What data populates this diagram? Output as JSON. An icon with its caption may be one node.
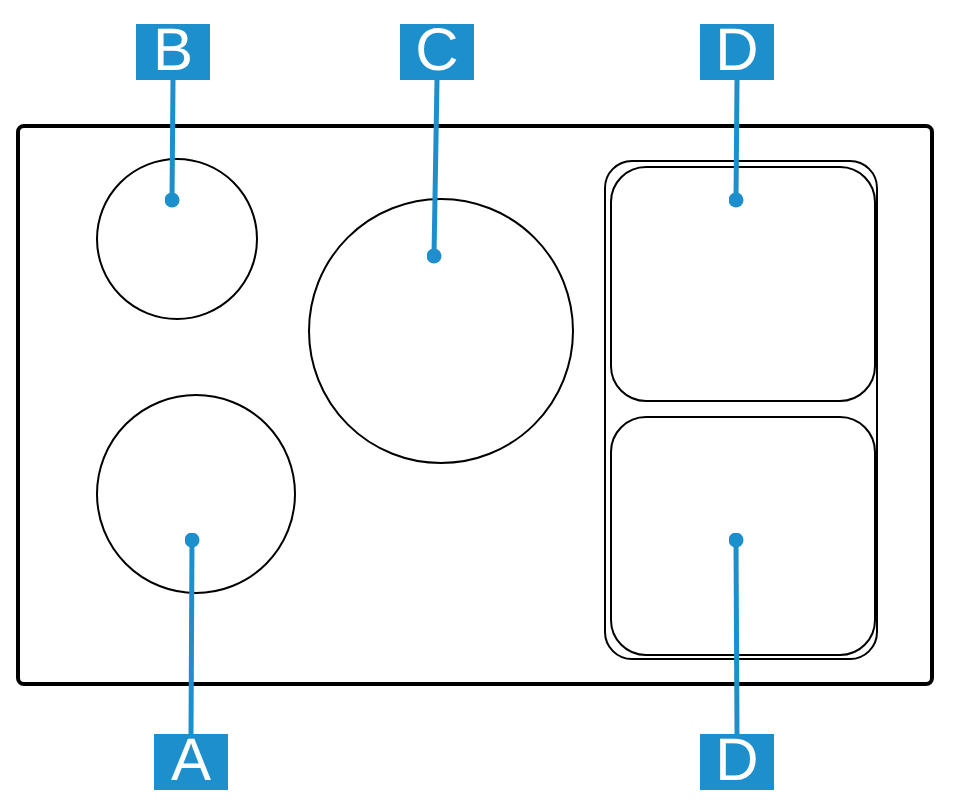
{
  "diagram": {
    "nodes": [
      {
        "text": [],
        "shape": "box"
      },
      {
        "text": [],
        "shape": "circle",
        "in": 0
      },
      {
        "text": [],
        "shape": "circle",
        "in": 0
      },
      {
        "text": [],
        "shape": "circle",
        "in": 0
      },
      {
        "text": [],
        "shape": "box",
        "in": 0
      },
      {
        "text": [],
        "shape": "box",
        "in": 4
      },
      {
        "text": [],
        "shape": "box",
        "in": 4
      },
      {
        "text": [
          "B"
        ]
      },
      {
        "text": [
          "C"
        ]
      },
      {
        "text": [
          "D"
        ]
      },
      {
        "text": [
          "A"
        ]
      },
      {
        "text": [
          "D"
        ]
      }
    ],
    "edges": [
      {
        "from": 7,
        "to": 1,
        "arrow": "other"
      },
      {
        "from": 8,
        "to": 3,
        "arrow": "other"
      },
      {
        "from": 9,
        "to": 5,
        "arrow": "other"
      },
      {
        "from": 10,
        "to": 2,
        "arrow": "other"
      },
      {
        "from": 11,
        "to": 6,
        "arrow": "other"
      }
    ]
  }
}
